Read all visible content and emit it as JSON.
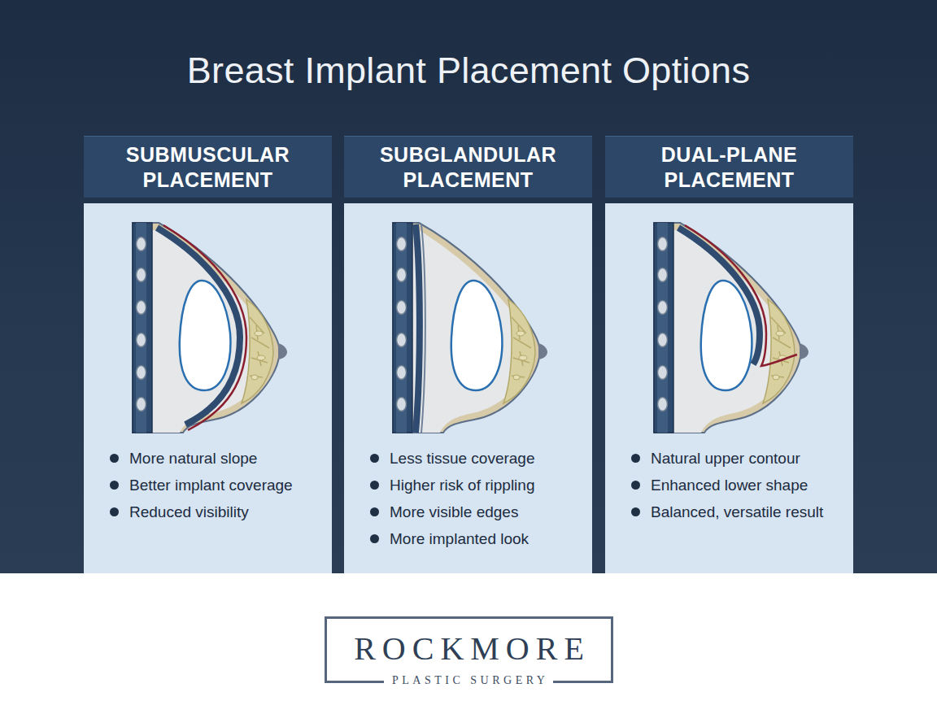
{
  "diagram": {
    "title": "Breast Implant Placement Options",
    "nodes": [
      {
        "text": [
          "SUBMUSCULAR PLACEMENT",
          "More natural slope",
          "Better implant coverage",
          "Reduced visibility"
        ]
      },
      {
        "text": [
          "SUBGLANDULAR PLACEMENT",
          "Less tissue coverage",
          "Higher risk of rippling",
          "More visible edges",
          "More implanted look"
        ]
      },
      {
        "text": [
          "DUAL-PLANE PLACEMENT",
          "Natural upper contour",
          "Enhanced lower shape",
          "Balanced, versatile result"
        ]
      },
      {
        "text": [
          "ROCKMORE",
          "PLASTIC SURGERY"
        ]
      }
    ]
  }
}
